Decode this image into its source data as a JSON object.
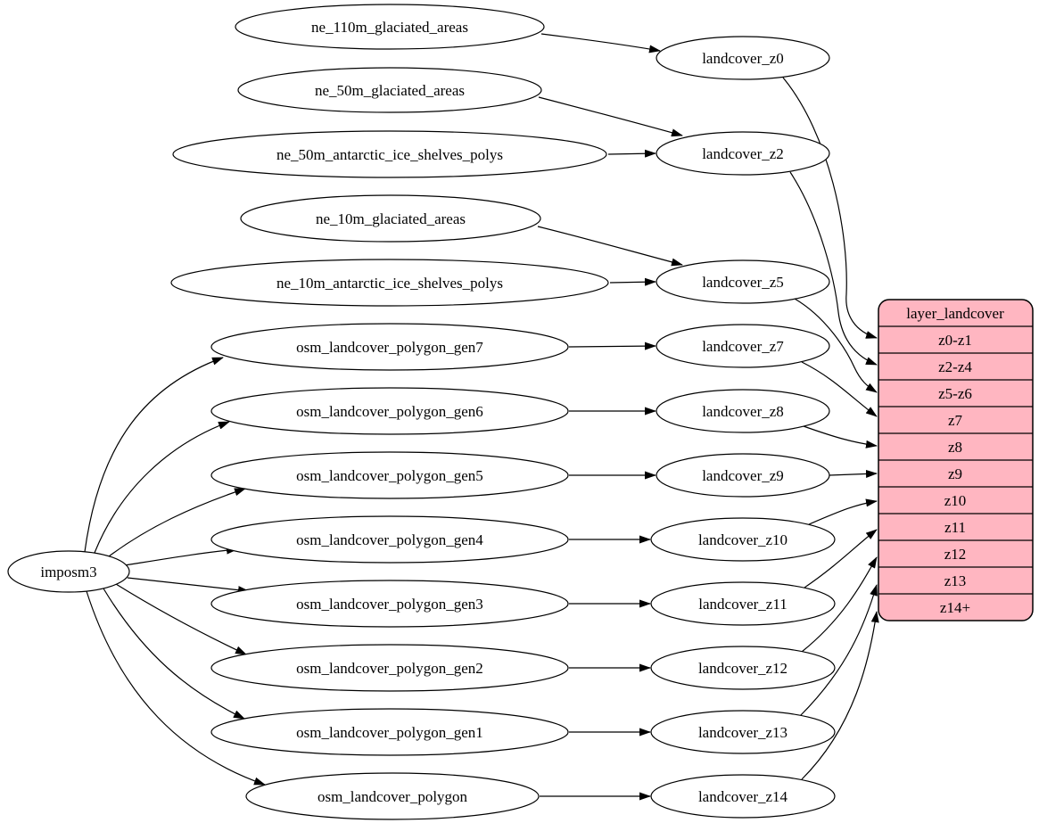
{
  "colors": {
    "record_fill": "#ffb6c1",
    "node_fill": "#ffffff",
    "stroke": "#000000",
    "background": "#ffffff"
  },
  "nodes": {
    "imposm3": "imposm3",
    "ne110": "ne_110m_glaciated_areas",
    "ne50g": "ne_50m_glaciated_areas",
    "ne50a": "ne_50m_antarctic_ice_shelves_polys",
    "ne10g": "ne_10m_glaciated_areas",
    "ne10a": "ne_10m_antarctic_ice_shelves_polys",
    "gen7": "osm_landcover_polygon_gen7",
    "gen6": "osm_landcover_polygon_gen6",
    "gen5": "osm_landcover_polygon_gen5",
    "gen4": "osm_landcover_polygon_gen4",
    "gen3": "osm_landcover_polygon_gen3",
    "gen2": "osm_landcover_polygon_gen2",
    "gen1": "osm_landcover_polygon_gen1",
    "poly": "osm_landcover_polygon",
    "z0": "landcover_z0",
    "z2": "landcover_z2",
    "z5": "landcover_z5",
    "z7": "landcover_z7",
    "z8": "landcover_z8",
    "z9": "landcover_z9",
    "z10": "landcover_z10",
    "z11": "landcover_z11",
    "z12": "landcover_z12",
    "z13": "landcover_z13",
    "z14": "landcover_z14"
  },
  "record": {
    "title": "layer_landcover",
    "rows": [
      "z0-z1",
      "z2-z4",
      "z5-z6",
      "z7",
      "z8",
      "z9",
      "z10",
      "z11",
      "z12",
      "z13",
      "z14+"
    ]
  }
}
